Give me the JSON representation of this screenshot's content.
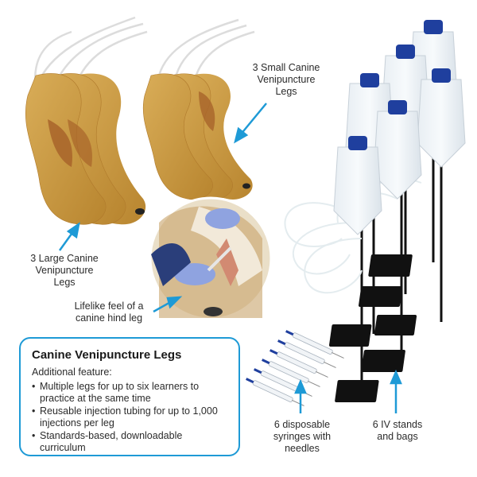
{
  "labels": {
    "small_legs": [
      "3 Small Canine",
      "Venipuncture",
      "Legs"
    ],
    "large_legs": [
      "3 Large Canine",
      "Venipuncture",
      "Legs"
    ],
    "lifelike": [
      "Lifelike feel of a",
      "canine hind leg"
    ],
    "syringes": [
      "6 disposable",
      "syringes with",
      "needles"
    ],
    "stands": [
      "6 IV stands",
      "and bags"
    ]
  },
  "info_box": {
    "title": "Canine Venipuncture Legs",
    "subtitle": "Additional feature:",
    "items": [
      [
        "Multiple legs for up to six learners to",
        "practice at the same time"
      ],
      [
        "Reusable injection tubing for up to 1,000",
        "injections per leg"
      ],
      [
        "Standards-based, downloadable curriculum"
      ]
    ]
  },
  "colors": {
    "accent": "#1e9ad6",
    "fur": "#c9973f",
    "fur_dark": "#a8702a",
    "cap": "#1f3f9e",
    "stand": "#111111"
  }
}
